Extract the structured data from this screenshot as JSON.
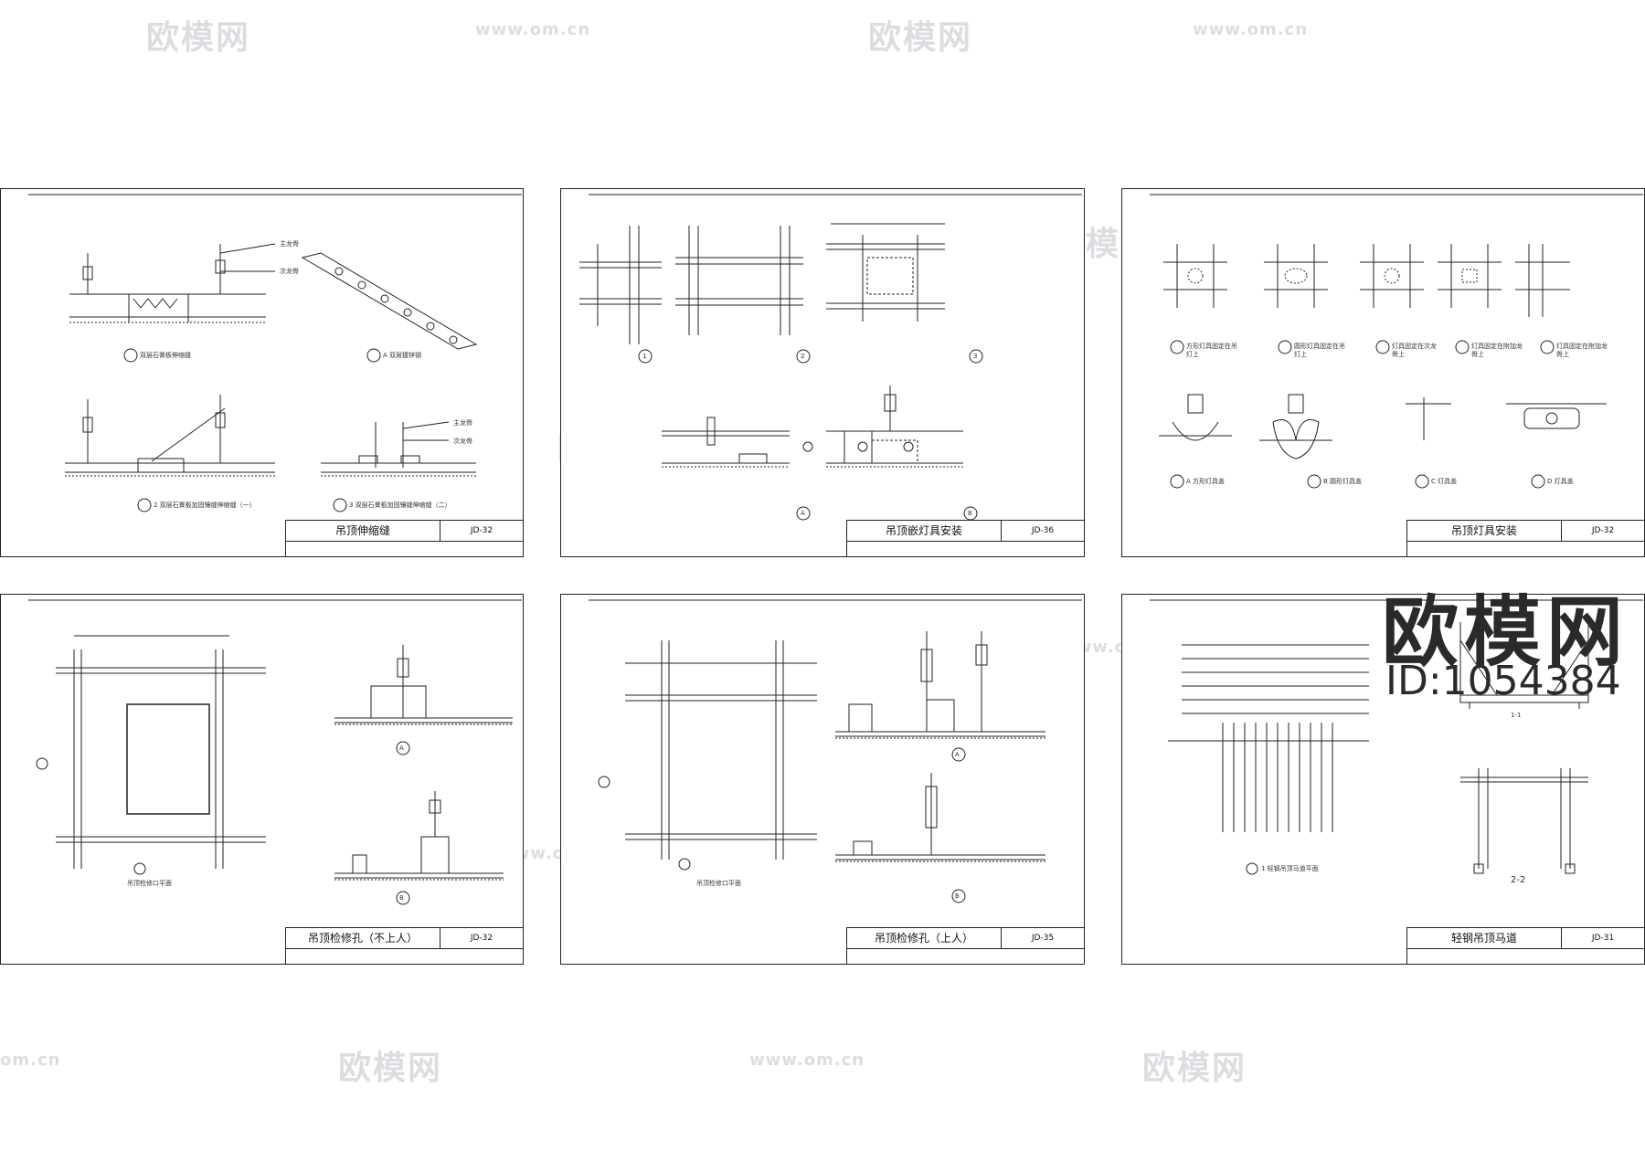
{
  "watermark": {
    "brand": "欧模网",
    "url": "www.om.cn",
    "url_short": "om.cn"
  },
  "brand_overlay": {
    "name": "欧模网",
    "id": "ID:1054384"
  },
  "sheets": [
    {
      "title": "吊顶伸缩缝",
      "code": "JD-32",
      "captions": [
        "双层石膏板伸缩缝",
        "A 双层镀锌钢",
        "2 双层石膏板加固镶缝伸缩缝（一）",
        "3 双层石膏板加固镶缝伸缩缝（二）"
      ]
    },
    {
      "title": "吊顶嵌灯具安装",
      "code": "JD-36",
      "captions": [
        "1",
        "2",
        "3",
        "A",
        "B"
      ]
    },
    {
      "title": "吊顶灯具安装",
      "code": "JD-32",
      "captions": [
        "方形灯具固定在吊灯上",
        "圆形灯具固定在吊灯上",
        "灯具固定在次龙骨上",
        "灯具固定在附加龙骨上",
        "灯具固定在附加龙骨上",
        "A 方形灯具盖",
        "B 圆形灯具盖",
        "C 灯具盖",
        "D 灯具盖"
      ]
    },
    {
      "title": "吊顶检修孔（不上人）",
      "code": "JD-32",
      "captions": [
        "吊顶检修口平面",
        "A",
        "B"
      ]
    },
    {
      "title": "吊顶检修孔（上人）",
      "code": "JD-35",
      "captions": [
        "吊顶检修口平面",
        "A",
        "B"
      ]
    },
    {
      "title": "轻钢吊顶马道",
      "code": "JD-31",
      "captions": [
        "1 轻钢吊顶马道平面",
        "1-1",
        "2-2"
      ]
    }
  ]
}
